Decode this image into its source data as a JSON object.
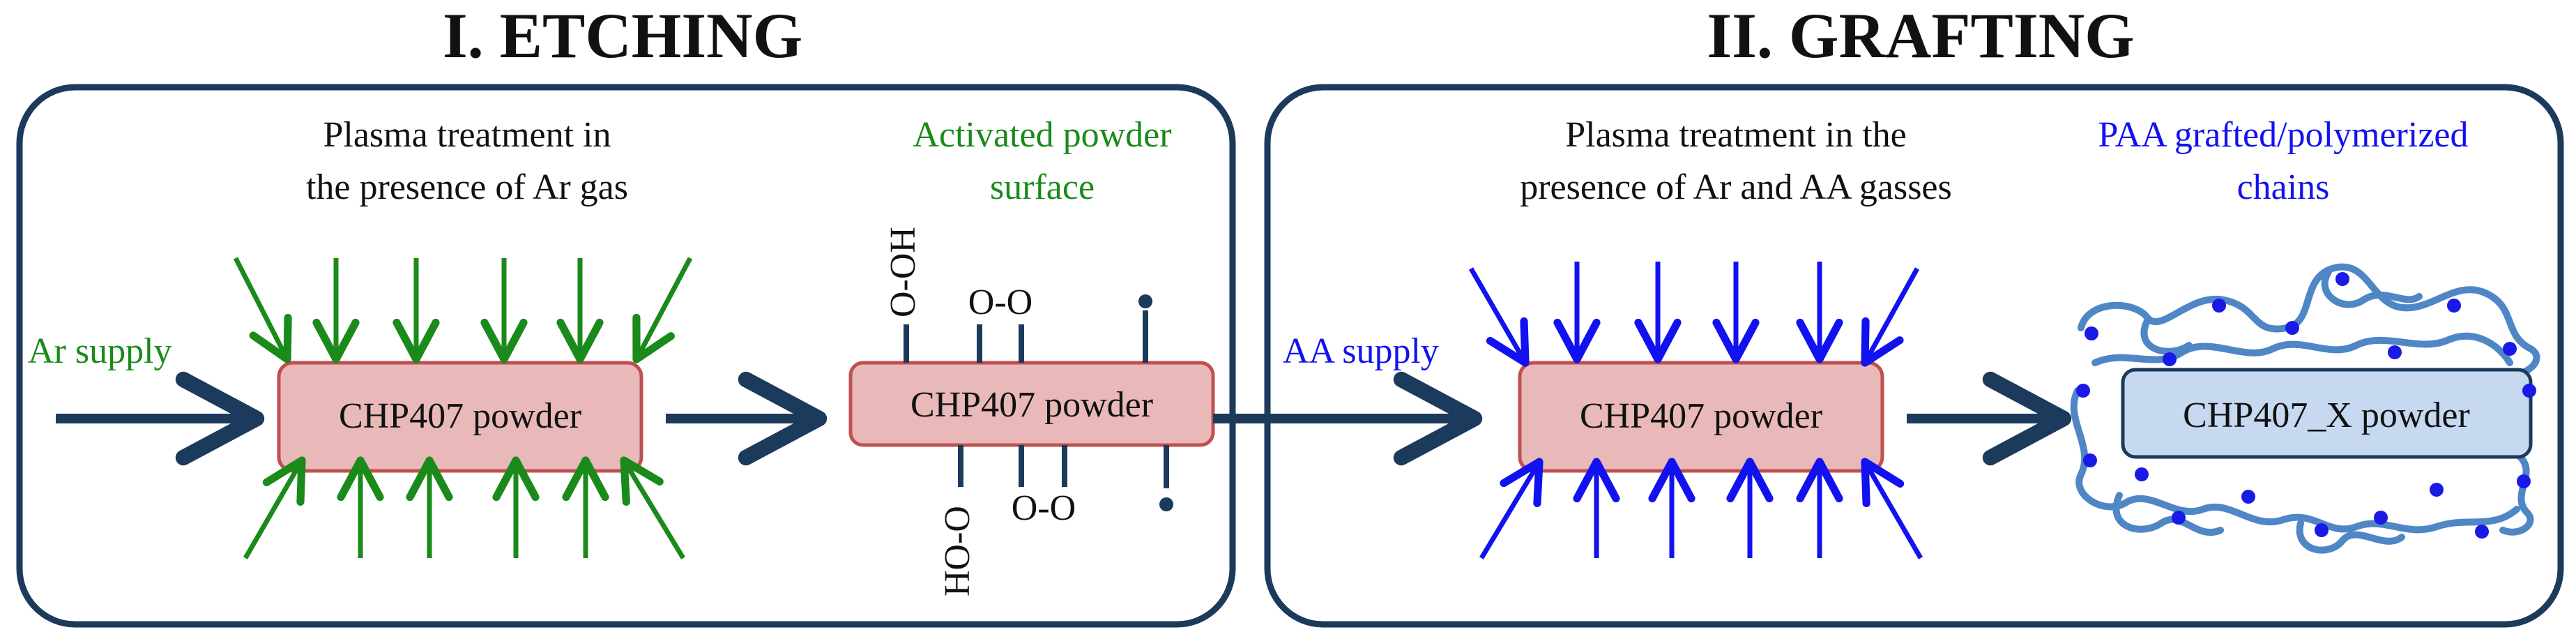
{
  "colors": {
    "navy": "#1b3a5c",
    "green": "#1a8a1a",
    "blue": "#1212f0",
    "powder_fill": "#e9b9b9",
    "powder_stroke": "#c05050",
    "product_fill": "#c6d9f1",
    "product_stroke": "#1b3a5c",
    "chain": "#4f86c6",
    "chain_dot": "#1a1ae6",
    "text": "#111111"
  },
  "etching": {
    "title": "I. ETCHING",
    "plasma_line1": "Plasma treatment in",
    "plasma_line2": "the presence of Ar gas",
    "activated_line1": "Activated powder",
    "activated_line2": "surface",
    "supply_label": "Ar supply",
    "powder_label": "CHP407 powder",
    "activated_powder_label": "CHP407 powder",
    "group_top_vertical": "O-OH",
    "group_top_horizontal": "O-O",
    "group_bottom_vertical": "HO-O",
    "group_bottom_horizontal": "O-O"
  },
  "grafting": {
    "title": "II. GRAFTING",
    "plasma_line1": "Plasma treatment in the",
    "plasma_line2": "presence of Ar and AA gasses",
    "chains_line1": "PAA grafted/polymerized",
    "chains_line2": "chains",
    "supply_label": "AA supply",
    "powder_label": "CHP407 powder",
    "product_label": "CHP407_X powder"
  }
}
